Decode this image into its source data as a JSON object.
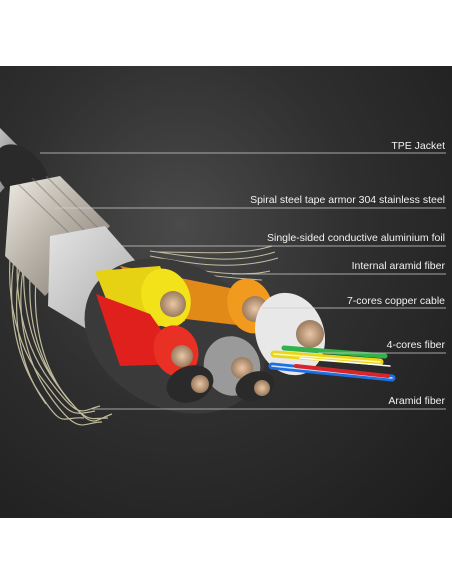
{
  "labels": {
    "tpe_jacket": "TPE Jacket",
    "steel_armor": "Spiral steel tape armor 304 stainless steel",
    "aluminium_foil": "Single-sided conductive aluminium foil",
    "internal_aramid": "Internal aramid fiber",
    "copper_cable": "7-cores copper cable",
    "fiber_4core": "4-cores fiber",
    "aramid_fiber": "Aramid fiber"
  },
  "colors": {
    "background": "#2b2b2b",
    "label_text": "#f2f2f2",
    "leader_line": "#cfcfcf",
    "core_yellow": "#f2e21a",
    "core_orange": "#f29a1e",
    "core_red": "#e0201c",
    "core_white": "#e8e8e8",
    "core_grey": "#9a9a9a",
    "core_black": "#2a2a2a",
    "fiber_blue": "#1f6fe0",
    "fiber_green": "#33b24a",
    "fiber_yellow": "#e8d61a",
    "fiber_red": "#d8242a",
    "aramid": "#d9d3b0"
  }
}
